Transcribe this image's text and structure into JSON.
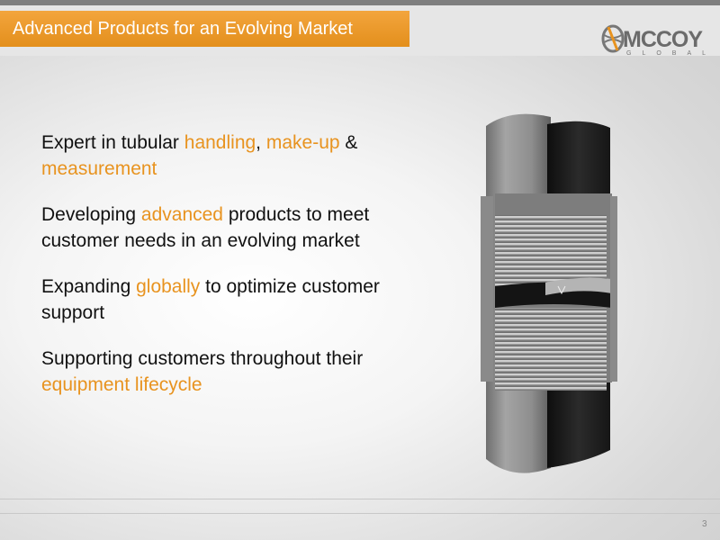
{
  "slide": {
    "title": "Advanced Products for an Evolving Market",
    "page_number": "3"
  },
  "logo": {
    "wordmark": "MCCOY",
    "subtext": "GLOBAL"
  },
  "bullets": [
    {
      "parts": [
        {
          "t": "Expert in tubular ",
          "hl": false
        },
        {
          "t": "handling",
          "hl": true
        },
        {
          "t": ", ",
          "hl": false
        },
        {
          "t": "make-up",
          "hl": true
        },
        {
          "t": " & ",
          "hl": false
        },
        {
          "t": "measurement",
          "hl": true
        }
      ]
    },
    {
      "parts": [
        {
          "t": "Developing ",
          "hl": false
        },
        {
          "t": "advanced",
          "hl": true
        },
        {
          "t": " products to meet customer needs in an evolving market",
          "hl": false
        }
      ]
    },
    {
      "parts": [
        {
          "t": "Expanding ",
          "hl": false
        },
        {
          "t": "globally",
          "hl": true
        },
        {
          "t": " to optimize customer support",
          "hl": false
        }
      ]
    },
    {
      "parts": [
        {
          "t": "Supporting customers throughout their ",
          "hl": false
        },
        {
          "t": "equipment lifecycle",
          "hl": true
        }
      ]
    }
  ],
  "colors": {
    "accent": "#e8931f",
    "title_bar": "#e8931f"
  },
  "icons": {
    "logo_mark": "globe-icon",
    "illustration": "pipe-connection-cutaway"
  }
}
